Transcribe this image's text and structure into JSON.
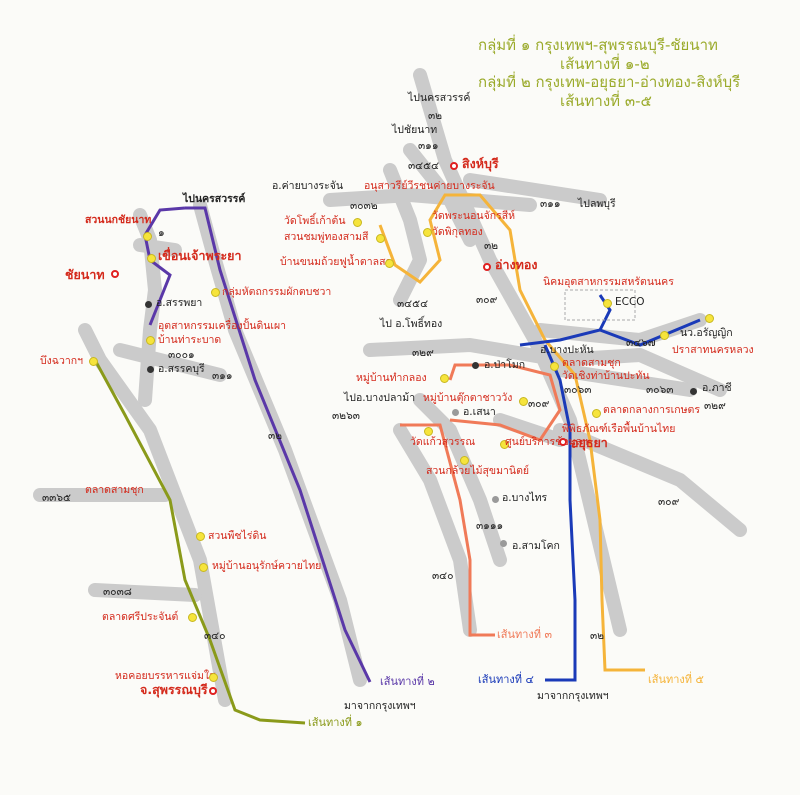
{
  "title": {
    "line1": "กลุ่มที่ ๑ กรุงเทพฯ-สุพรรณบุรี-ชัยนาท",
    "line2": "เส้นทางที่ ๑-๒",
    "line3": "กลุ่มที่ ๒ กรุงเทพ-อยุธยา-อ่างทอง-สิงห์บุรี",
    "line4": "เส้นทางที่ ๓-๕"
  },
  "colors": {
    "road": "#c9c9c9",
    "route1": "#8a9a1a",
    "route2": "#5a38a8",
    "route3": "#f07a58",
    "route4": "#1a3ab8",
    "route5": "#f5b43a",
    "title": "#9aaa2a"
  },
  "left": {
    "to_nakhon_sawan": "ไปนครสวรรค์",
    "suan_nok": "สวนนกชัยนาท",
    "rd_1": "๑",
    "khuean": "เขื่อนเจ้าพระยา",
    "chainat": "ชัยนาท",
    "kluay": "กลุ่มหัตถกรรมผักตบชวา",
    "sanphaya": "อ.สรรพยา",
    "uttsahakam": "อุตสาหกรรมเครื่องปั้นดินเผา",
    "ban_tha_rabat": "บ้านท่าระบาด",
    "rd_3001": "๓๐๐๑",
    "sankhaburi": "อ.สรรคบุรี",
    "rd_311": "๓๑๑",
    "bueng_chawak": "บึงฉวากฯ",
    "rd_32": "๓๒",
    "rd_3365": "๓๓๖๕",
    "talat_sam_chuk": "ตลาดสามชุก",
    "suan_phuet": "สวนพืชไร่ดิน",
    "mu_ban_khwai": "หมู่บ้านอนุรักษ์ควายไทย",
    "rd_3038": "๓๐๓๘",
    "talat_si_prachan": "ตลาดศรีประจันต์",
    "rd_340": "๓๔๐",
    "ho_khoi": "หอคอยบรรหารแจ่มใส",
    "suphanburi": "จ.สุพรรณบุรี",
    "route1": "เส้นทางที่ ๑",
    "route2": "เส้นทางที่ ๒",
    "from_bkk": "มาจากกรุงเทพฯ"
  },
  "right": {
    "to_nakhon_sawan": "ไปนครสวรรค์",
    "rd_32a": "๓๒",
    "to_chainat": "ไปชัยนาท",
    "rd_311": "๓๑๑",
    "rd_3454": "๓๔๕๔",
    "singburi": "สิงห์บุรี",
    "khai_bang_rachan": "อ.ค่ายบางระจัน",
    "anusawari": "อนุสาวรีย์วีรชนค่ายบางระจัน",
    "rd_3032": "๓๐๓๒",
    "wat_pho": "วัดโพธิ์เก้าต้น",
    "suan_chomphu": "สวนชมพู่ทองสามสี",
    "ban_khanom": "บ้านขนมถ้วยฟูน้ำตาลสด",
    "wat_phra_non": "วัดพระนอนจักรสีห์",
    "wat_phikun": "วัดพิกุลทอง",
    "rd_32b": "๓๒",
    "rd_311b": "๓๑๑",
    "to_lopburi": "ไปลพบุรี",
    "ang_thong": "อ่างทอง",
    "rd_3454b": "๓๔๕๔",
    "to_pho_thong": "ไป อ.โพธิ์ทอง",
    "rd_309a": "๓๐๙",
    "nikhom": "นิคมอุตสาหกรรมสหรัตนนคร",
    "ecco": "ECCO",
    "rd_347": "๓๔๖๗",
    "na_arunyik": "นว.อรัญญิก",
    "prasat": "ปราสาทนครหลวง",
    "rd_329": "๓๒๙",
    "pamok": "อ.ป่าโมก",
    "bang_pahan": "อ.บางปะหัน",
    "talat_sam_chuk": "ตลาดสามชุก",
    "chiang_chan": "วัดเชิงท่าบ้านปะทัน",
    "mu_ban_tham_klong": "หมู่บ้านทำกลอง",
    "rd_3063a": "๓๐๖๓",
    "rd_3063b": "๓๐๖๓",
    "phachi": "อ.ภาชี",
    "to_bang_pla_ma": "ไปอ.บางปลาม้า",
    "mu_ban_tukkata": "หมู่บ้านตุ๊กตาชาววัง",
    "rd_309b": "๓๐๙",
    "rd_3263": "๓๒๖๓",
    "sena": "อ.เสนา",
    "talat_klang": "ตลาดกลางการเกษตร",
    "rd_329b": "๓๒๙",
    "phiphitthaphan": "พิพิธภัณฑ์เรือพื้นบ้านไทย",
    "wat_kaeo": "วัดแก้วสุวรรณ",
    "sun_borikan": "ศูนย์บริการข้อมูลฯ",
    "ayutthaya": "อยุธยา",
    "suan_kluai": "สวนกล้วยไม้สุขมานิตย์",
    "bang_sai": "อ.บางไทร",
    "rd_3111": "๓๑๑๑",
    "sam_khok": "อ.สามโคก",
    "rd_309c": "๓๐๙",
    "rd_340": "๓๔๐",
    "route3": "เส้นทางที่ ๓",
    "rd_32c": "๓๒",
    "route4": "เส้นทางที่ ๔",
    "route5": "เส้นทางที่ ๕",
    "from_bkk": "มาจากกรุงเทพฯ"
  }
}
